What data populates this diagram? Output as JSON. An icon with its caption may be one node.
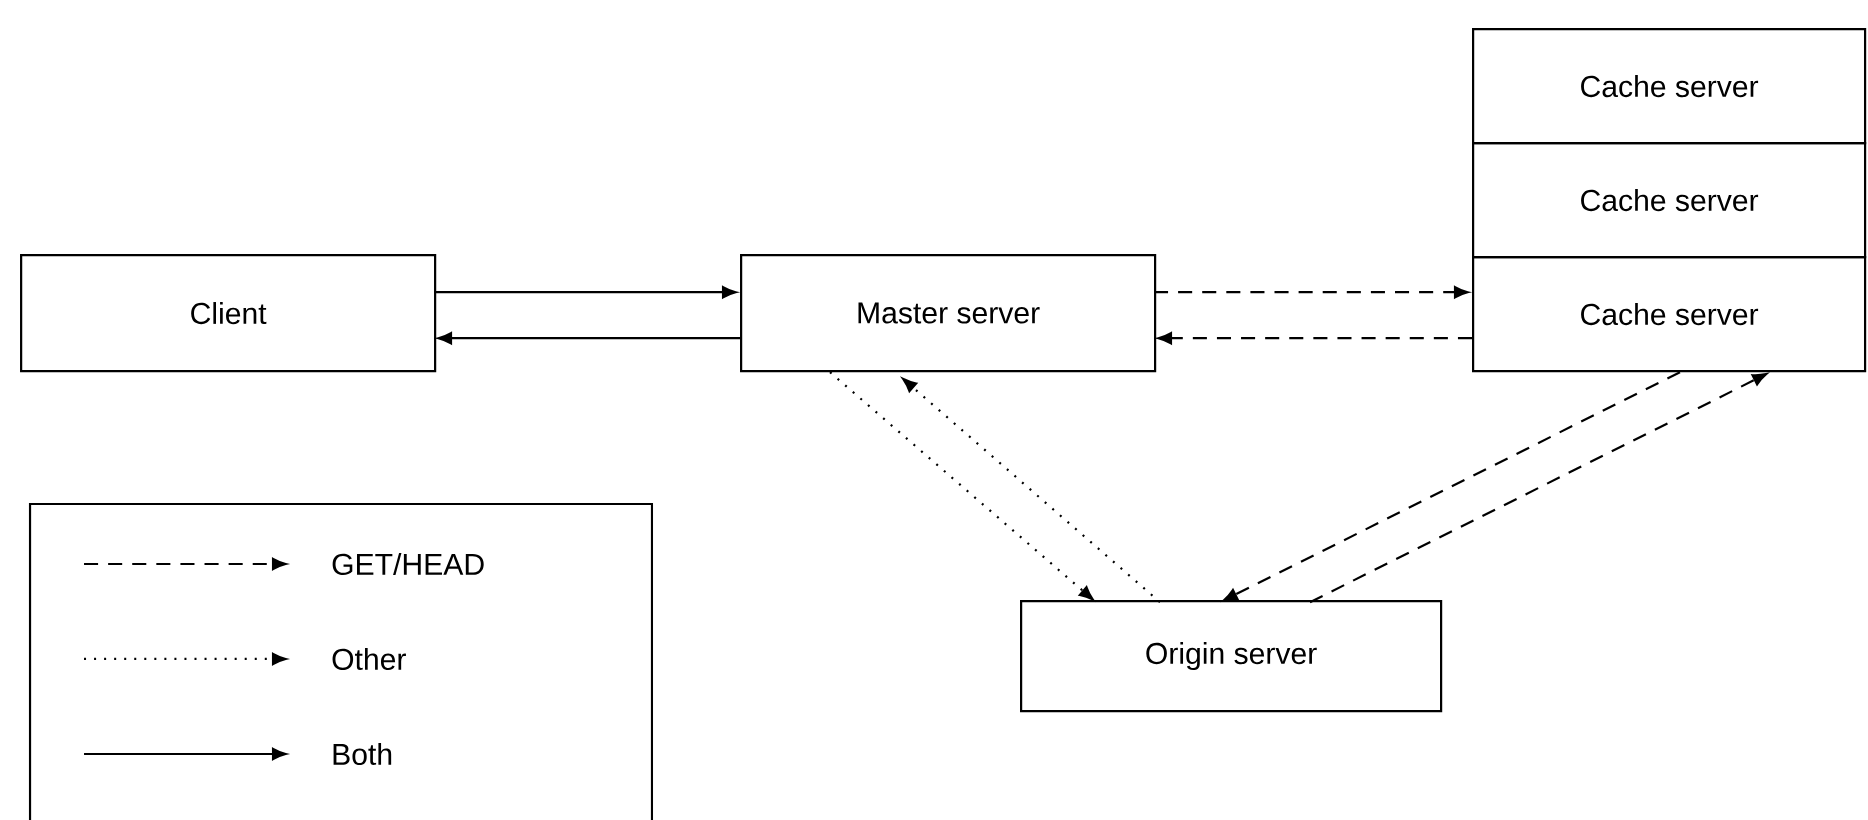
{
  "diagram": {
    "nodes": [
      {
        "text": [
          "Client"
        ]
      },
      {
        "text": [
          "Master server"
        ]
      },
      {
        "text": [
          "Cache server"
        ]
      },
      {
        "text": [
          "Cache server"
        ]
      },
      {
        "text": [
          "Cache server"
        ]
      },
      {
        "text": [
          "Origin server"
        ]
      }
    ],
    "edges": [
      {
        "from": 0,
        "to": 1,
        "arrow": "to"
      },
      {
        "from": 1,
        "to": 0,
        "arrow": "to"
      },
      {
        "from": 1,
        "to": 4,
        "arrow": "to",
        "style": "dashed"
      },
      {
        "from": 4,
        "to": 1,
        "arrow": "to",
        "style": "dashed"
      },
      {
        "from": 1,
        "to": 5,
        "arrow": "to",
        "style": "dashed"
      },
      {
        "from": 5,
        "to": 1,
        "arrow": "to",
        "style": "dashed"
      },
      {
        "from": 4,
        "to": 5,
        "arrow": "to",
        "style": "dashed"
      },
      {
        "from": 5,
        "to": 4,
        "arrow": "to",
        "style": "dashed"
      }
    ],
    "legend": [
      {
        "text": "GET/HEAD"
      },
      {
        "text": "Other"
      },
      {
        "text": "Both"
      }
    ]
  }
}
